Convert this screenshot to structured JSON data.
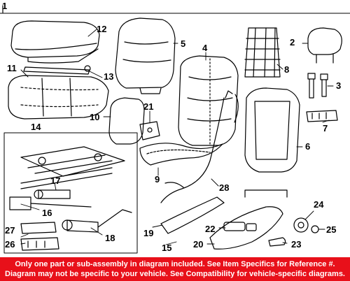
{
  "diagram": {
    "callouts": {
      "c1": "1",
      "c2": "2",
      "c3": "3",
      "c4": "4",
      "c5": "5",
      "c6": "6",
      "c7": "7",
      "c8": "8",
      "c9": "9",
      "c10": "10",
      "c11": "11",
      "c12": "12",
      "c13": "13",
      "c14": "14",
      "c15": "15",
      "c16": "16",
      "c17": "17",
      "c18": "18",
      "c19": "19",
      "c20": "20",
      "c21": "21",
      "c22": "22",
      "c23": "23",
      "c24": "24",
      "c25": "25",
      "c26": "26",
      "c27": "27",
      "c28": "28"
    }
  },
  "footer": {
    "line1": "Only one part or sub-assembly in diagram included. See Item Specifics for Reference #.",
    "line2": "Diagram may not be specific to your vehicle. See Compatibility for vehicle-specific diagrams."
  },
  "colors": {
    "footer_bg": "#e8101a",
    "footer_text": "#ffffff",
    "line_art": "#000000"
  }
}
